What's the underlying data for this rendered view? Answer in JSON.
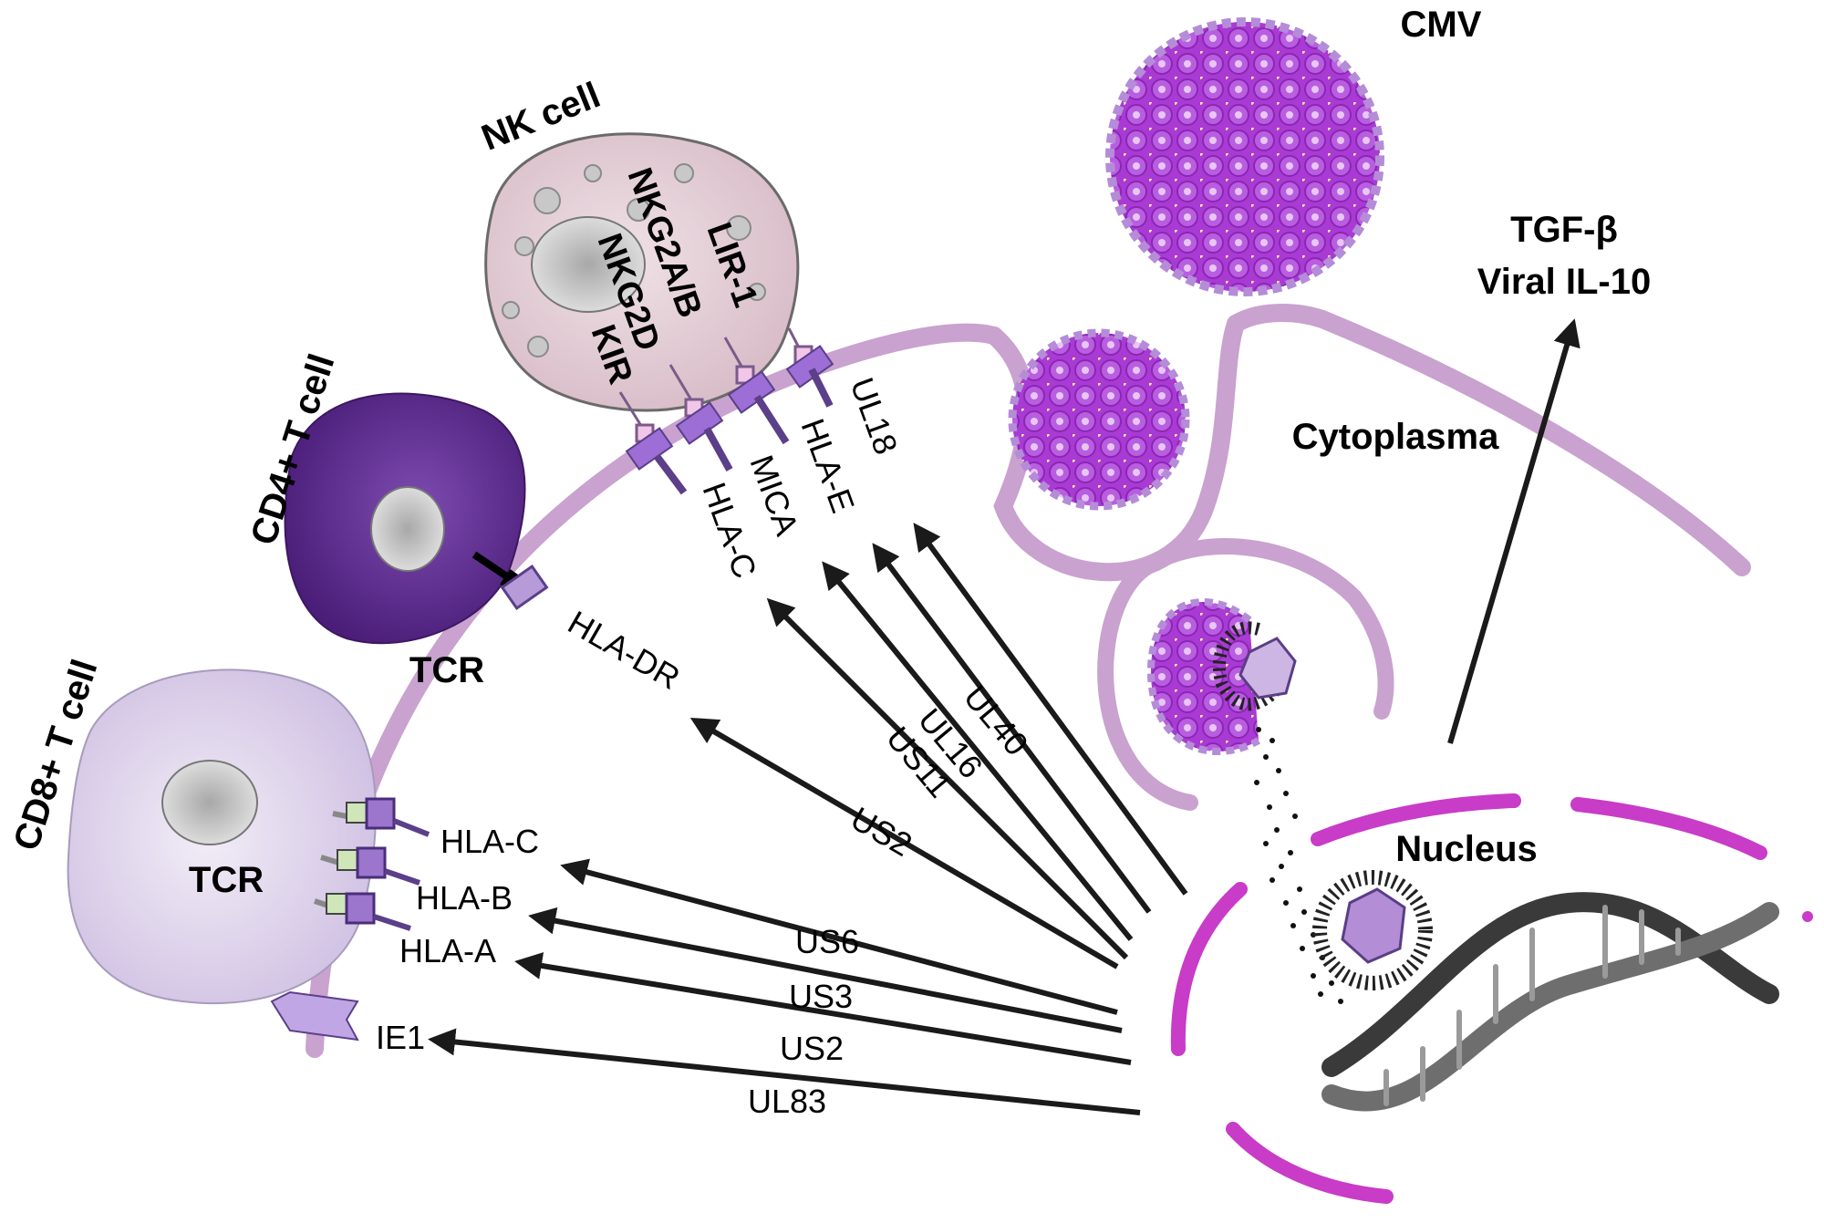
{
  "cells": {
    "nk": "NK cell",
    "cd4": "CD4+ T cell",
    "cd8": "CD8+ T cell",
    "tcr_cd4": "TCR",
    "tcr_cd8": "TCR"
  },
  "compartments": {
    "virus": "CMV",
    "cytoplasm": "Cytoplasma",
    "nucleus": "Nucleus"
  },
  "secreted": [
    "TGF-β",
    "Viral IL-10"
  ],
  "nk_receptors": [
    "KIR",
    "NKG2D",
    "NKG2A/B",
    "LIR-1"
  ],
  "surface_molecules": {
    "ul18": "UL18",
    "hla_e": "HLA-E",
    "mica": "MICA",
    "hla_c_nk": "HLA-C",
    "hla_dr": "HLA-DR",
    "hla_c": "HLA-C",
    "hla_b": "HLA-B",
    "hla_a": "HLA-A",
    "ie1": "IE1"
  },
  "viral_genes": {
    "ul40": "UL40",
    "ul16": "UL16",
    "us11": "US11",
    "us2_dr": "US2",
    "us6": "US6",
    "us3": "US3",
    "us2": "US2",
    "ul83": "UL83"
  },
  "colors": {
    "membrane": "#c9a2cf",
    "nuclear_envelope": "#c83cc8",
    "virion": "#a83ad6",
    "nk_cell": "#e3cbd3",
    "cd4_cell": "#5e2a8c",
    "cd8_cell": "#dcd0ea",
    "arrow": "#1a1a1a"
  }
}
